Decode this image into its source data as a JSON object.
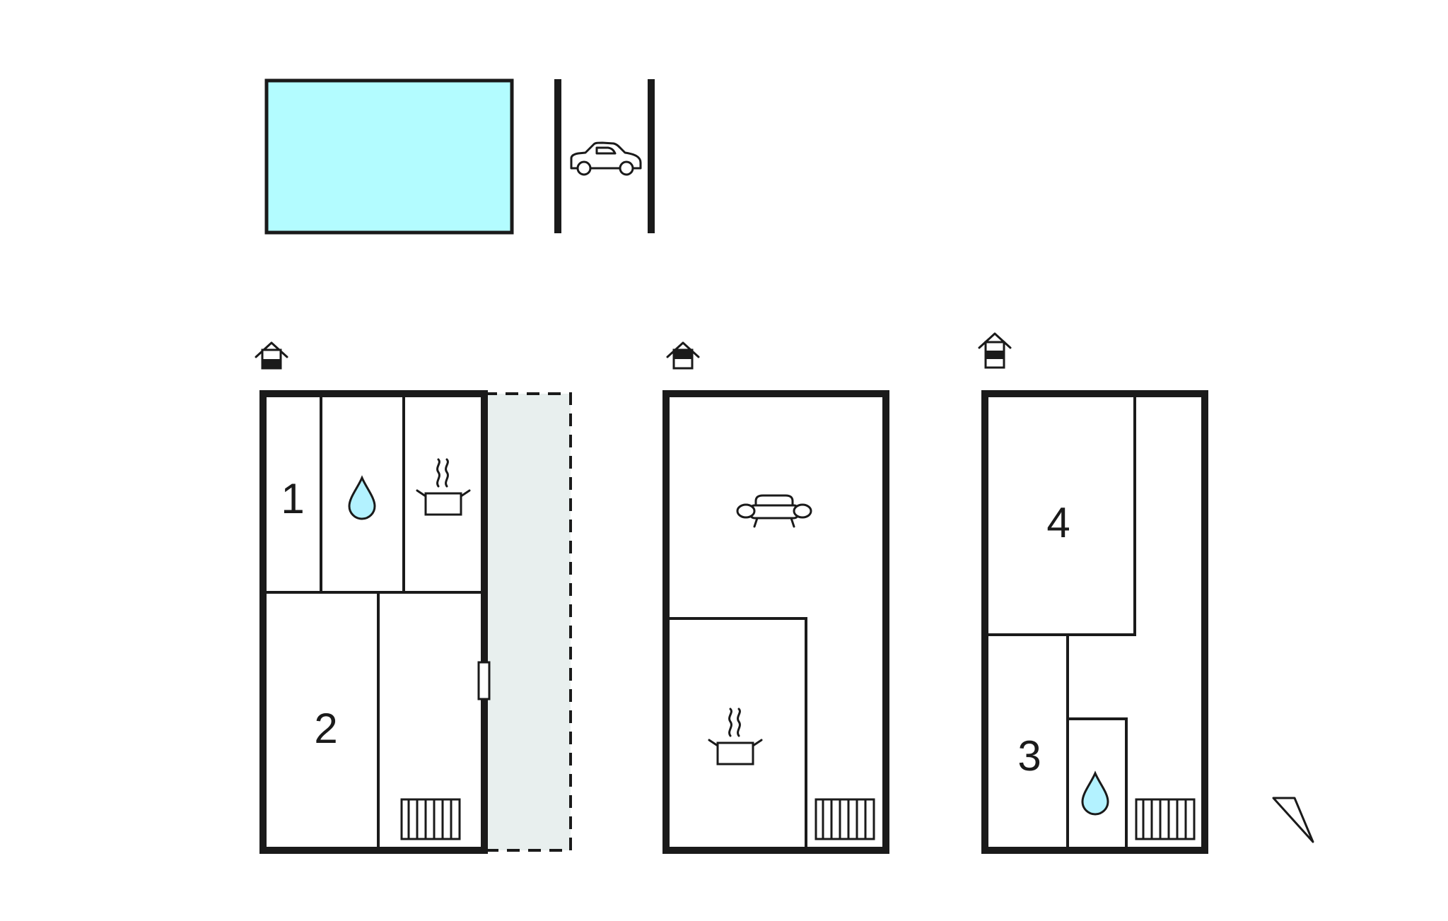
{
  "colors": {
    "line": "#1a1a1a",
    "pool": "#b3fcff",
    "terrace": "#e8efee",
    "water_drop": "#b3f2ff",
    "background": "#ffffff"
  },
  "outdoor": {
    "pool": {
      "icon": "pool-area"
    },
    "parking": {
      "icon": "car-icon"
    }
  },
  "floors": [
    {
      "level_icon": "floor-ground-icon",
      "rooms": [
        {
          "label": "1"
        },
        {
          "label": "2"
        }
      ],
      "icons": [
        "water-drop-icon",
        "cooking-pot-icon",
        "radiator-icon",
        "door-icon"
      ],
      "terrace": "terrace-area"
    },
    {
      "level_icon": "floor-first-icon",
      "rooms": [],
      "icons": [
        "sofa-icon",
        "cooking-pot-icon",
        "radiator-icon"
      ]
    },
    {
      "level_icon": "floor-second-icon",
      "rooms": [
        {
          "label": "4"
        },
        {
          "label": "3"
        }
      ],
      "icons": [
        "water-drop-icon",
        "radiator-icon"
      ]
    }
  ],
  "compass": {
    "icon": "north-arrow-icon"
  }
}
